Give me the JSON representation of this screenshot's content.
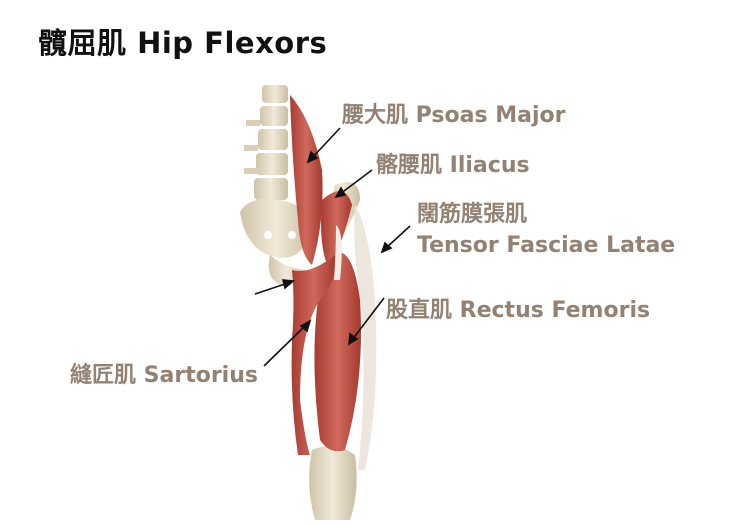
{
  "title": "髖屈肌 Hip Flexors",
  "labels": {
    "psoas_major": "腰大肌 Psoas Major",
    "iliacus": "髂腰肌 Iliacus",
    "tfl_zh": "闊筋膜張肌",
    "tfl_en": "Tensor Fasciae Latae",
    "rectus_femoris": "股直肌 Rectus Femoris",
    "sartorius": "縫匠肌 Sartorius"
  },
  "colors": {
    "label": "#938274",
    "muscle": "#c4564a",
    "bone": "#e6dcc6",
    "arrow": "#111111"
  }
}
